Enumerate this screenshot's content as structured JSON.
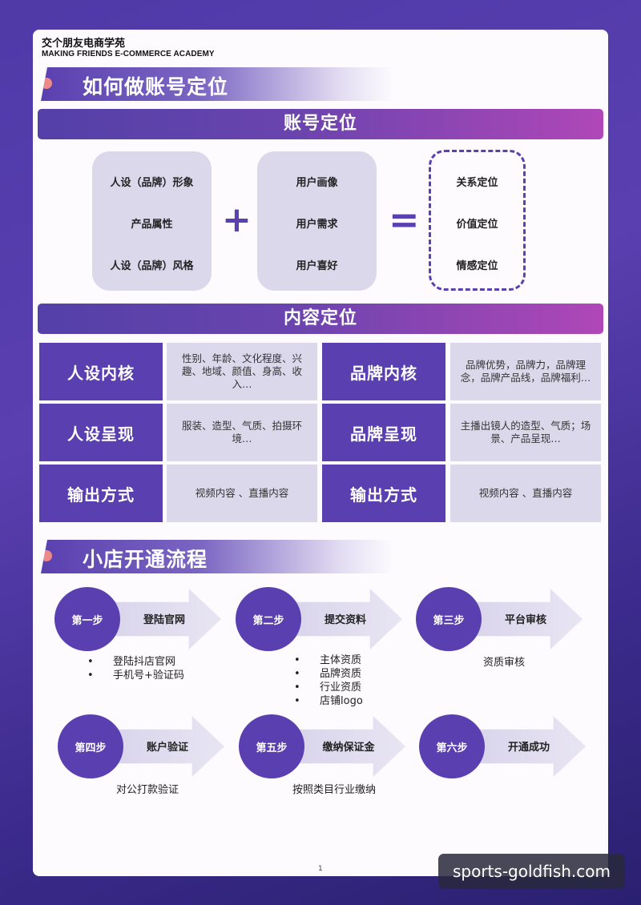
{
  "brand": {
    "name_cn": "交个朋友电商学苑",
    "name_en": "MAKING FRIENDS E-COMMERCE ACADEMY"
  },
  "section1": {
    "title": "如何做账号定位",
    "bar_account": "账号定位",
    "left_card": [
      "人设（品牌）形象",
      "产品属性",
      "人设（品牌）风格"
    ],
    "operator_plus": "+",
    "middle_card": [
      "用户画像",
      "用户需求",
      "用户喜好"
    ],
    "operator_equals": "=",
    "result_card": [
      "关系定位",
      "价值定位",
      "情感定位"
    ],
    "bar_content": "内容定位",
    "content_grid": {
      "left": [
        {
          "header": "人设内核",
          "detail": "性别、年龄、文化程度、兴趣、地域、颜值、身高、收入…"
        },
        {
          "header": "人设呈现",
          "detail": "服装、造型、气质、拍摄环境…"
        },
        {
          "header": "输出方式",
          "detail": "视频内容 、直播内容"
        }
      ],
      "right": [
        {
          "header": "品牌内核",
          "detail": "品牌优势，品牌力，品牌理念，品牌产品线，品牌福利…"
        },
        {
          "header": "品牌呈现",
          "detail": "主播出镜人的造型、气质；场景、产品呈现…"
        },
        {
          "header": "输出方式",
          "detail": "视频内容 、直播内容"
        }
      ]
    }
  },
  "section2": {
    "title": "小店开通流程",
    "steps": [
      {
        "step": "第一步",
        "label": "登陆官网",
        "notes": [
          "登陆抖店官网",
          "手机号+验证码"
        ],
        "bulleted": true
      },
      {
        "step": "第二步",
        "label": "提交资料",
        "notes": [
          "主体资质",
          "品牌资质",
          "行业资质",
          "店铺logo"
        ],
        "bulleted": true
      },
      {
        "step": "第三步",
        "label": "平台审核",
        "notes": [
          "资质审核"
        ],
        "bulleted": false
      },
      {
        "step": "第四步",
        "label": "账户验证",
        "notes": [
          "对公打款验证"
        ],
        "bulleted": false
      },
      {
        "step": "第五步",
        "label": "缴纳保证金",
        "notes": [
          "按照类目行业缴纳"
        ],
        "bulleted": false
      },
      {
        "step": "第六步",
        "label": "开通成功",
        "notes": [],
        "bulleted": false
      }
    ]
  },
  "footer": {
    "page_number": "1"
  },
  "watermark": "sports-goldfish.com",
  "colors": {
    "primary": "#5a3fb0",
    "accent_pink": "#b047b8",
    "card_bg": "#dcd8ec",
    "dot": "#ec8a8a"
  }
}
